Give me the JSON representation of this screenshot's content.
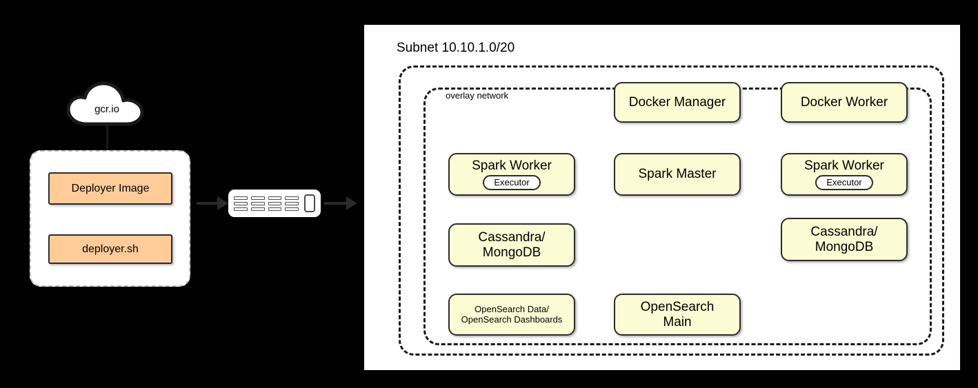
{
  "left_panel": {
    "registry": {
      "label": "gcr.io",
      "icon": "cloud-icon"
    },
    "deployer_container": {
      "items": [
        {
          "label": "Deployer Image"
        },
        {
          "label": "deployer.sh"
        }
      ]
    },
    "server_icon": "server-rack-icon",
    "arrows": [
      {
        "name": "arrow-deployer-to-server"
      },
      {
        "name": "arrow-server-to-subnet"
      }
    ]
  },
  "right_panel": {
    "subnet": {
      "title": "Subnet 10.10.1.0/20"
    },
    "overlay": {
      "label": "overlay network"
    },
    "nodes": [
      {
        "id": "docker-manager",
        "label": "Docker Manager",
        "size": "md",
        "badge": null
      },
      {
        "id": "docker-worker",
        "label": "Docker Worker",
        "size": "md",
        "badge": null
      },
      {
        "id": "spark-worker-left",
        "label": "Spark Worker",
        "size": "md",
        "badge": "Executor"
      },
      {
        "id": "spark-master",
        "label": "Spark Master",
        "size": "md",
        "badge": null
      },
      {
        "id": "spark-worker-right",
        "label": "Spark Worker",
        "size": "md",
        "badge": "Executor"
      },
      {
        "id": "cassandra-mongodb-left",
        "label_line1": "Cassandra/",
        "label_line2": "MongoDB",
        "size": "md",
        "badge": null
      },
      {
        "id": "cassandra-mongodb-right",
        "label_line1": "Cassandra/",
        "label_line2": "MongoDB",
        "size": "md",
        "badge": null
      },
      {
        "id": "opensearch-data",
        "label_line1": "OpenSearch Data/",
        "label_line2": "OpenSearch Dashboards",
        "size": "sm",
        "badge": null
      },
      {
        "id": "opensearch-main",
        "label_line1": "OpenSearch",
        "label_line2": "Main",
        "size": "md",
        "badge": null
      }
    ]
  },
  "colors": {
    "background": "#000000",
    "panel": "#ffffff",
    "node_fill": "#fbfbd4",
    "node_stroke": "#2b2b2b",
    "image_fill": "#ffcc99",
    "dashed_stroke": "#1a1a1a"
  }
}
